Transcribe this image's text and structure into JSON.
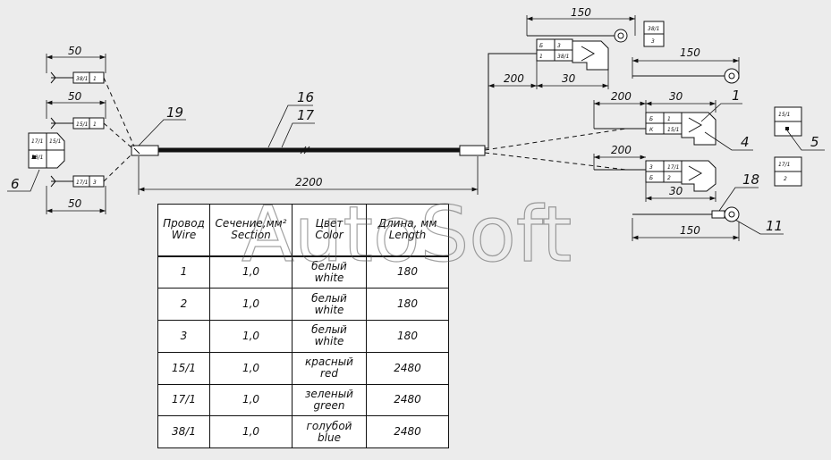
{
  "watermark": "AutoSoft",
  "dimensions": {
    "left_top": "50",
    "left_mid": "50",
    "left_bottom": "50",
    "main_length": "2200",
    "right_top_150": "150",
    "right_200_a": "200",
    "right_30_a": "30",
    "right_150_b": "150",
    "right_200_b": "200",
    "right_30_b": "30",
    "right_200_c": "200",
    "right_30_c": "30",
    "right_150_c": "150"
  },
  "callouts": {
    "c16": "16",
    "c17": "17",
    "c19": "19",
    "c6": "6",
    "c1": "1",
    "c4": "4",
    "c5": "5",
    "c18": "18",
    "c11": "11"
  },
  "wire_labels": {
    "l_38_1": "38/1",
    "l_15_1": "15/1",
    "l_17_1": "17/1",
    "l_1": "1",
    "l_2": "2",
    "l_3": "3",
    "l_b": "Б",
    "l_k": "К"
  },
  "table": {
    "headers": [
      {
        "ru": "Провод",
        "en": "Wire"
      },
      {
        "ru": "Сечение,мм²",
        "en": "Section"
      },
      {
        "ru": "Цвет",
        "en": "Color"
      },
      {
        "ru": "Длина, мм",
        "en": "Length"
      }
    ],
    "rows": [
      {
        "wire": "1",
        "section": "1,0",
        "color_ru": "белый",
        "color_en": "white",
        "length": "180"
      },
      {
        "wire": "2",
        "section": "1,0",
        "color_ru": "белый",
        "color_en": "white",
        "length": "180"
      },
      {
        "wire": "3",
        "section": "1,0",
        "color_ru": "белый",
        "color_en": "white",
        "length": "180"
      },
      {
        "wire": "15/1",
        "section": "1,0",
        "color_ru": "красный",
        "color_en": "red",
        "length": "2480"
      },
      {
        "wire": "17/1",
        "section": "1,0",
        "color_ru": "зеленый",
        "color_en": "green",
        "length": "2480"
      },
      {
        "wire": "38/1",
        "section": "1,0",
        "color_ru": "голубой",
        "color_en": "blue",
        "length": "2480"
      }
    ]
  }
}
